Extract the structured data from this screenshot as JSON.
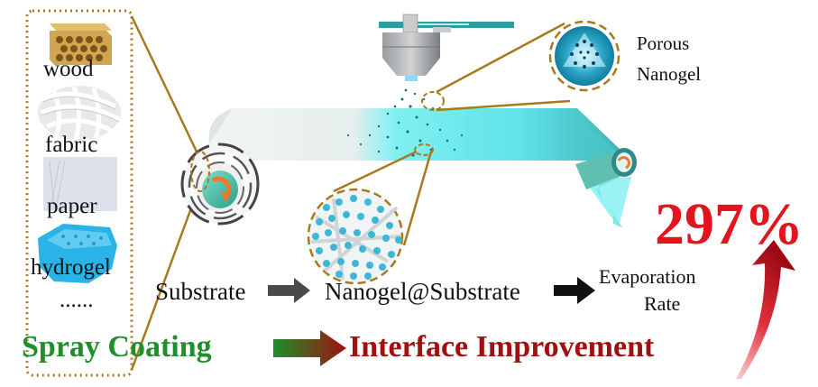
{
  "substrates": {
    "items": [
      {
        "label": "wood"
      },
      {
        "label": "fabric"
      },
      {
        "label": "paper"
      },
      {
        "label": "hydrogel"
      }
    ],
    "ellipsis": "......"
  },
  "porous_label": {
    "line1": "Porous",
    "line2": "Nanogel"
  },
  "flow": {
    "step1": "Substrate",
    "step2": "Nanogel@Substrate",
    "step3_line1": "Evaporation",
    "step3_line2": "Rate"
  },
  "result": {
    "value": "297%",
    "color": "#e0151e"
  },
  "bottom": {
    "left": "Spray Coating",
    "right": "Interface Improvement",
    "left_color": "#1e8f2a",
    "right_color": "#a01010"
  },
  "colors": {
    "accent_gold": "#a87a1e",
    "belt_cyan": "#5fe3e8",
    "nozzle_gray": "#8a8d91",
    "dark_red": "#b0101a"
  }
}
